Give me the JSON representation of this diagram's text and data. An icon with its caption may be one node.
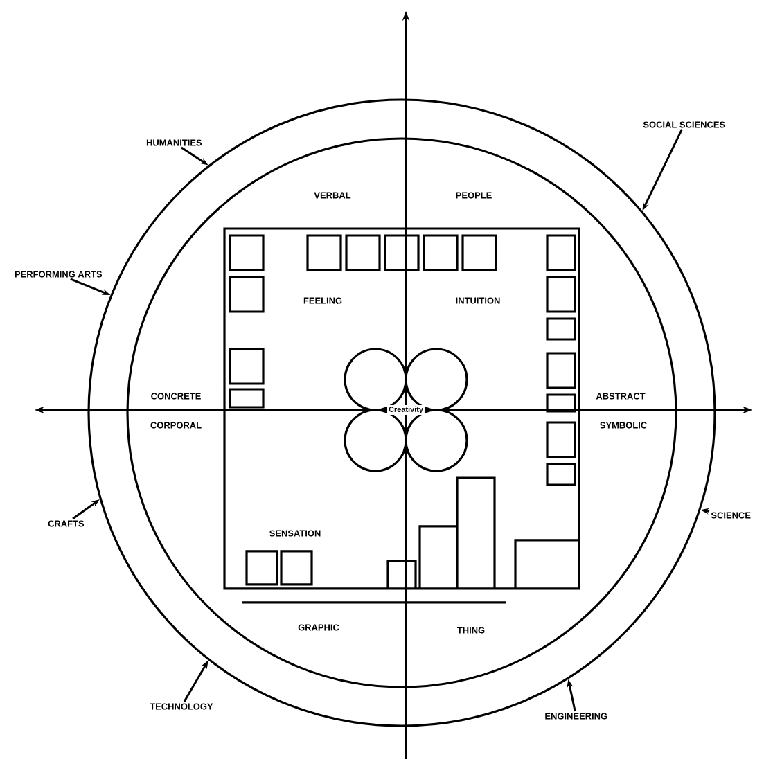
{
  "diagram": {
    "nodes": [
      {
        "text": [],
        "shape": "circle"
      },
      {
        "text": [
          "HUMANITIES"
        ]
      },
      {
        "text": [
          "SOCIAL SCIENCES"
        ]
      },
      {
        "text": [
          "PERFORMING ARTS"
        ]
      },
      {
        "text": [
          "CRAFTS"
        ]
      },
      {
        "text": [
          "SCIENCE"
        ]
      },
      {
        "text": [
          "TECHNOLOGY"
        ]
      },
      {
        "text": [
          "ENGINEERING"
        ]
      },
      {
        "text": [
          "Creativity"
        ],
        "in": 0
      }
    ],
    "edges": [
      {
        "from": 1,
        "to": 0,
        "arrow": "to"
      },
      {
        "from": 2,
        "to": 0,
        "arrow": "to"
      },
      {
        "from": 3,
        "to": 0,
        "arrow": "to"
      },
      {
        "from": 4,
        "to": 0,
        "arrow": "to"
      },
      {
        "from": 5,
        "to": 0,
        "arrow": "to"
      },
      {
        "from": 6,
        "to": 0,
        "arrow": "to"
      },
      {
        "from": 7,
        "to": 0,
        "arrow": "to"
      }
    ],
    "labels": [
      "VERBAL",
      "PEOPLE",
      "FEELING",
      "INTUITION",
      "CONCRETE",
      "CORPORAL",
      "ABSTRACT",
      "SYMBOLIC",
      "SENSATION",
      "GRAPHIC",
      "THING"
    ]
  }
}
